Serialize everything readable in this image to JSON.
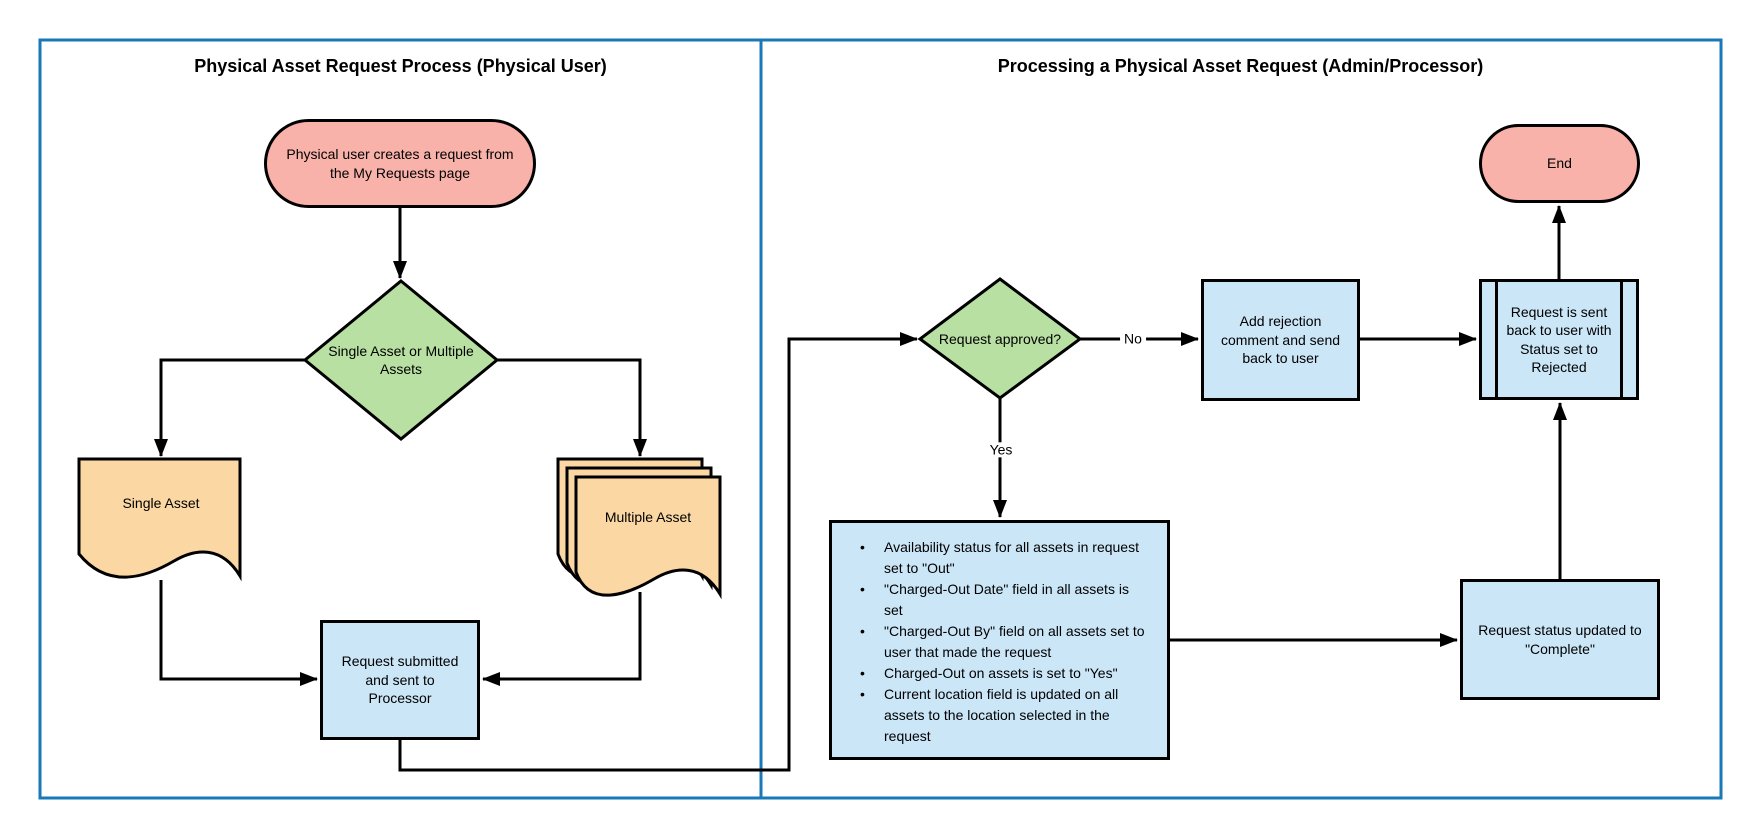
{
  "diagram": {
    "left_panel": {
      "title": "Physical Asset Request Process (Physical User)"
    },
    "right_panel": {
      "title": "Processing a Physical Asset Request (Admin/Processor)"
    },
    "colors": {
      "frame_border": "#1878b8",
      "terminator_fill": "#f9b2aa",
      "decision_fill": "#b8e0a2",
      "process_fill": "#cbe6f7",
      "document_fill": "#fbd7a3",
      "line": "#000000"
    },
    "nodes": {
      "start": "Physical user creates a request from the My Requests page",
      "asset_decision": "Single Asset or Multiple Assets",
      "single_asset": "Single Asset",
      "multiple_asset": "Multiple Asset",
      "submit": "Request submitted and sent to Processor",
      "approved_decision": "Request approved?",
      "add_rejection": "Add rejection comment and send back to user",
      "sent_back_rejected": "Request is sent back to user with Status set to Rejected",
      "end": "End",
      "status_complete": "Request status updated to \"Complete\""
    },
    "approved_actions": [
      "Availability status for all assets in request set to \"Out\"",
      "\"Charged-Out Date\" field in all assets is set",
      "\"Charged-Out By\" field on all assets set to user that made the request",
      "Charged-Out on assets is set to \"Yes\"",
      "Current location field is updated on all assets to the location selected in the request"
    ],
    "edge_labels": {
      "no": "No",
      "yes": "Yes"
    }
  }
}
